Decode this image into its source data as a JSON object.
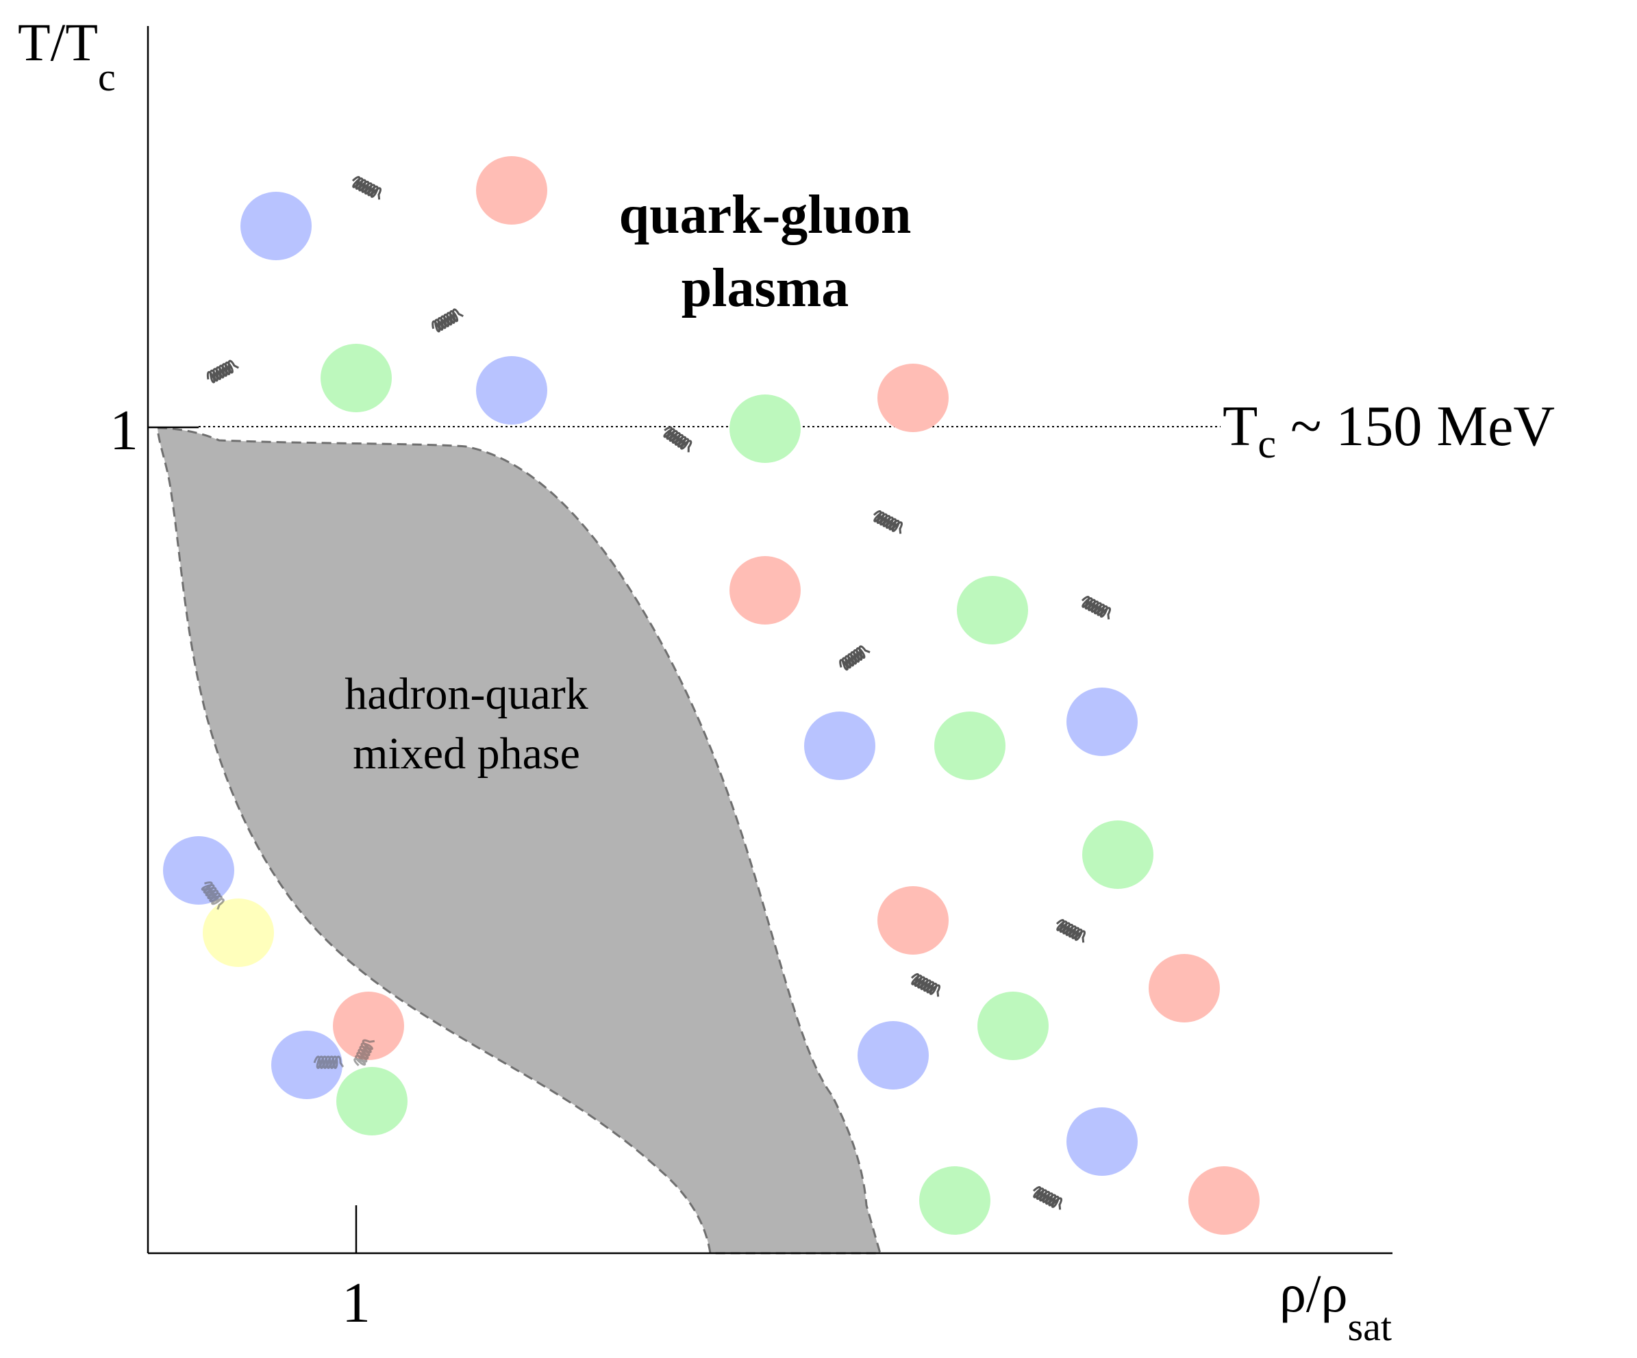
{
  "y_axis": {
    "label_main": "T/T",
    "label_sub": "c",
    "tick": "1"
  },
  "x_axis": {
    "label_main": "ρ/ρ",
    "label_sub": "sat",
    "tick": "1"
  },
  "critical_line": {
    "label_main": "T",
    "label_sub": "c",
    "label_rest": " ~ 150 MeV"
  },
  "regions": {
    "qgp_line1": "quark-gluon",
    "qgp_line2": "plasma",
    "mixed_line1": "hadron-quark",
    "mixed_line2": "mixed phase"
  },
  "colors": {
    "blue": "#b8c3ff",
    "red": "#ffbdb5",
    "green": "#bdf8bd",
    "yellow": "#ffffb5",
    "mixed_fill": "#b3b3b3",
    "gluon": "#555555"
  },
  "icons": [
    "quark-blob-icon",
    "gluon-coil-icon"
  ]
}
